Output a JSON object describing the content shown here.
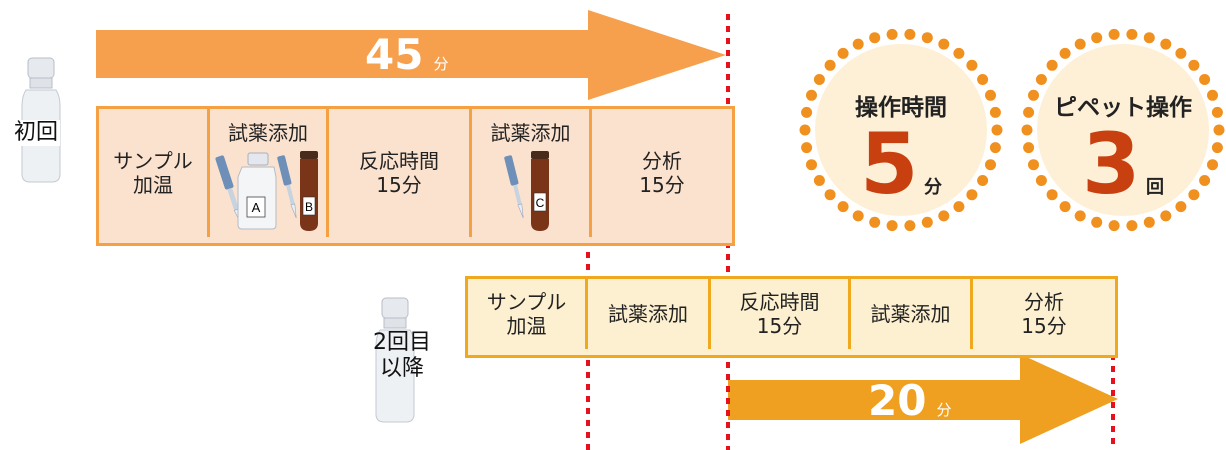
{
  "arrow_top": {
    "number": "45",
    "unit": "分",
    "color": "#f6a04d"
  },
  "arrow_bottom": {
    "number": "20",
    "unit": "分",
    "color": "#f0a020"
  },
  "first_run": {
    "label": "初回",
    "steps": [
      {
        "line1": "サンプル",
        "line2": "加温"
      },
      {
        "line1": "試薬添加",
        "line2": ""
      },
      {
        "line1": "反応時間",
        "line2": "15分"
      },
      {
        "line1": "試薬添加",
        "line2": ""
      },
      {
        "line1": "分析",
        "line2": "15分"
      }
    ],
    "tube_labels": [
      "A",
      "B",
      "C"
    ]
  },
  "second_run": {
    "label_line1": "2回目",
    "label_line2": "以降",
    "steps": [
      {
        "line1": "サンプル",
        "line2": "加温"
      },
      {
        "line1": "試薬添加",
        "line2": ""
      },
      {
        "line1": "反応時間",
        "line2": "15分"
      },
      {
        "line1": "試薬添加",
        "line2": ""
      },
      {
        "line1": "分析",
        "line2": "15分"
      }
    ]
  },
  "badges": [
    {
      "title": "操作時間",
      "value": "5",
      "unit": "分"
    },
    {
      "title": "ピペット操作",
      "value": "3",
      "unit": "回"
    }
  ],
  "colors": {
    "first_fill": "#fbe2cf",
    "first_border": "#f5a042",
    "second_fill": "#fdf0d0",
    "second_border": "#f0a81e",
    "dotted_line": "#e8101a",
    "badge_fill": "#fdf0d6",
    "badge_dots": "#f0901e",
    "accent_number": "#c8400f"
  }
}
